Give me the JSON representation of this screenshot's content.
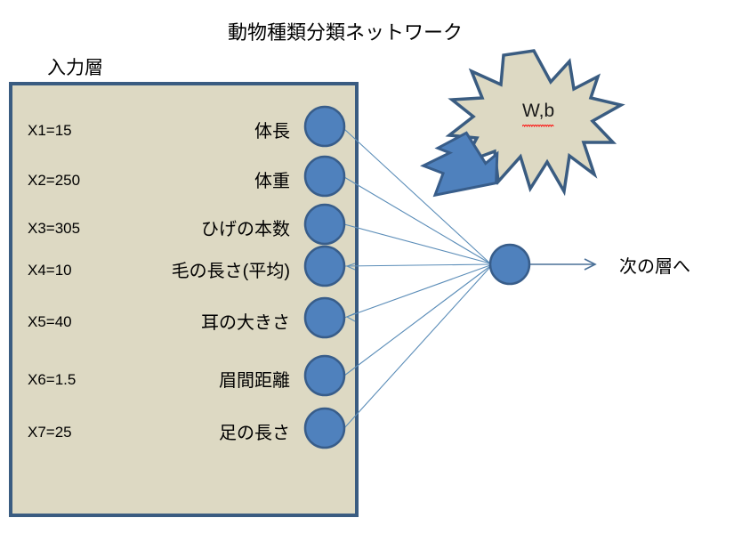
{
  "title": "動物種類分類ネットワーク",
  "input_layer": {
    "label": "入力層",
    "box": {
      "fill": "#DDD9C3",
      "border": "#3A5C81"
    },
    "nodes": [
      {
        "value": "X1=15",
        "feature": "体長"
      },
      {
        "value": "X2=250",
        "feature": "体重"
      },
      {
        "value": "X3=305",
        "feature": "ひげの本数"
      },
      {
        "value": "X4=10",
        "feature": "毛の長さ(平均)"
      },
      {
        "value": "X5=40",
        "feature": "耳の大きさ"
      },
      {
        "value": "X6=1.5",
        "feature": "眉間距離"
      },
      {
        "value": "X7=25",
        "feature": "足の長さ"
      }
    ]
  },
  "neuron": {
    "name": "summation-neuron",
    "fill": "#4F81BD",
    "border": "#385D8A"
  },
  "callout": {
    "text": "W,b",
    "shape": "starburst",
    "fill": "#DDD9C3",
    "border": "#3A5C81",
    "spellcheck_underline": "#FF0000"
  },
  "pointer_arrow": {
    "name": "block-arrow-down-left",
    "fill": "#4F81BD",
    "border": "#385D8A"
  },
  "output": {
    "label": "次の層へ",
    "arrow_color": "#4A7097"
  },
  "connections": {
    "color": "#5B8DB8",
    "count": 7
  },
  "chart_data": {
    "type": "diagram",
    "title": "動物種類分類ネットワーク",
    "nodes": [
      "体長",
      "体重",
      "ひげの本数",
      "毛の長さ(平均)",
      "耳の大きさ",
      "眉間距離",
      "足の長さ"
    ],
    "values": [
      15,
      250,
      305,
      10,
      40,
      1.5,
      25
    ],
    "variables": [
      "X1",
      "X2",
      "X3",
      "X4",
      "X5",
      "X6",
      "X7"
    ],
    "weights_label": "W,b",
    "output_label": "次の層へ"
  }
}
